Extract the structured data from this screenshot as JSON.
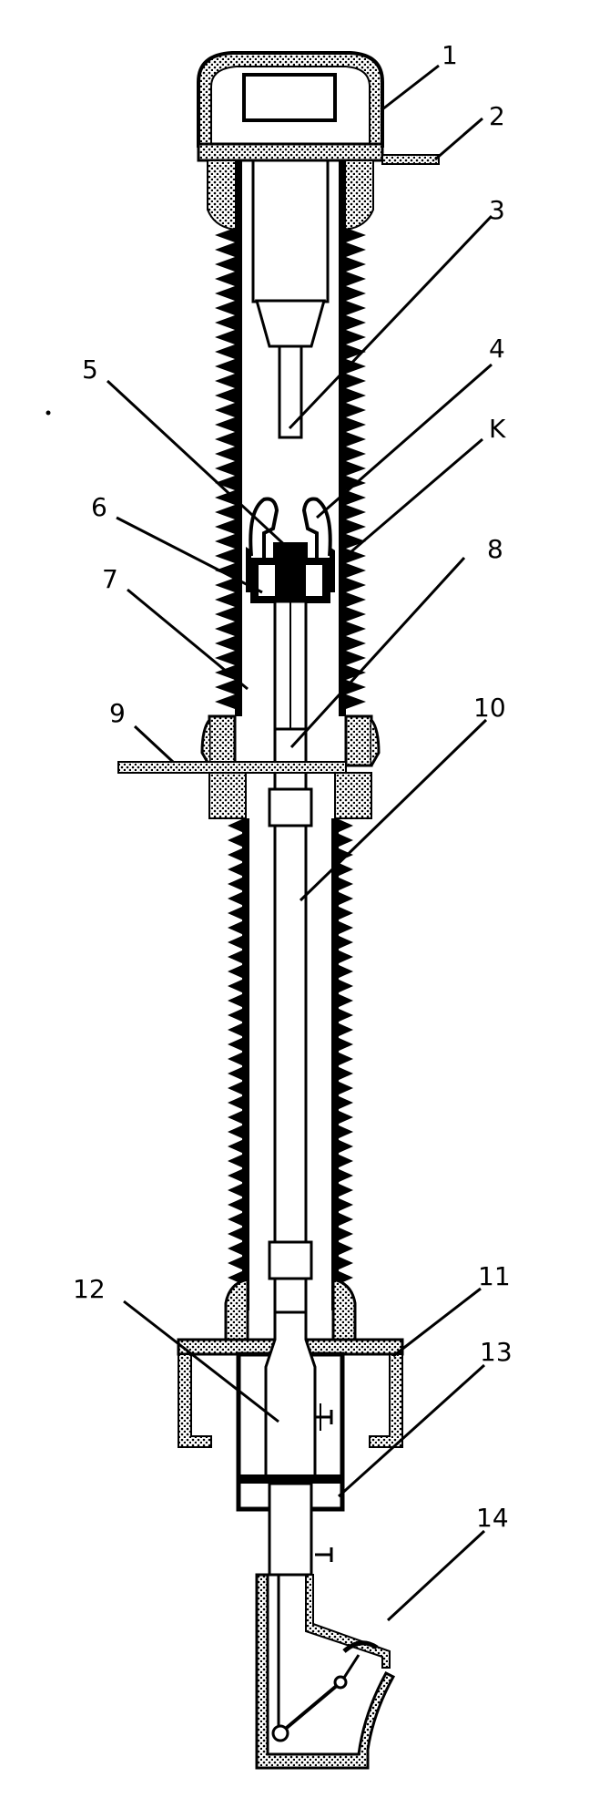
{
  "labels": {
    "l1": "1",
    "l2": "2",
    "l3": "3",
    "l4": "4",
    "l5": "5",
    "lK": "K",
    "l6": "6",
    "l7": "7",
    "l8": "8",
    "l9": "9",
    "l10": "10",
    "l11": "11",
    "l12": "12",
    "l13": "13",
    "l14": "14"
  },
  "colors": {
    "ink": "#000000",
    "insulator_fill": "#ffffff",
    "flange_dot": "#000000",
    "background": "#ffffff"
  }
}
